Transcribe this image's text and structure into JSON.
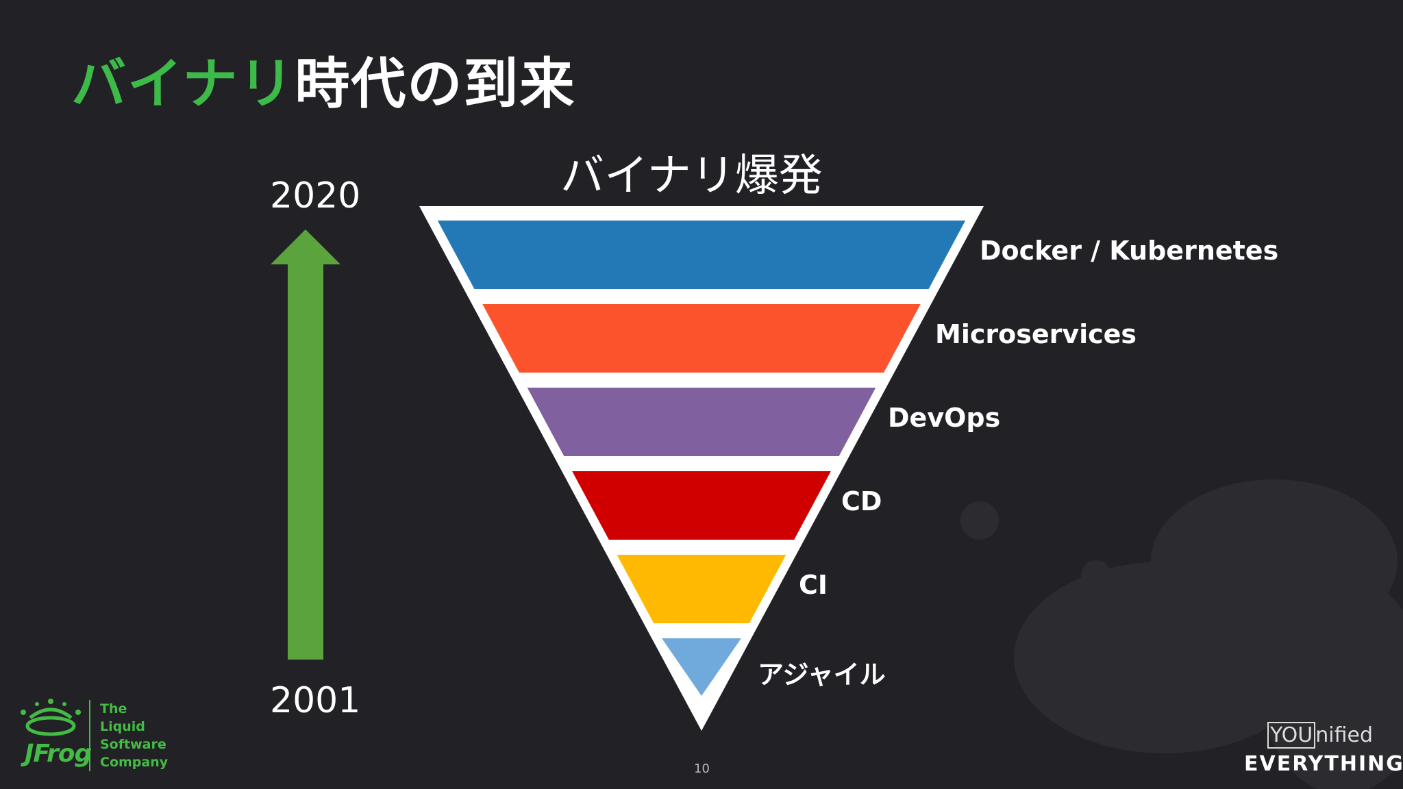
{
  "slide": {
    "title_highlight": "バイナリ",
    "title_rest": "時代の到来",
    "subtitle": "バイナリ爆発",
    "year_top": "2020",
    "year_bottom": "2001",
    "page_number": "10",
    "layers": [
      {
        "label": "Docker / Kubernetes",
        "color": "#2279b6"
      },
      {
        "label": "Microservices",
        "color": "#fd532d"
      },
      {
        "label": "DevOps",
        "color": "#80609e"
      },
      {
        "label": "CD",
        "color": "#d10000"
      },
      {
        "label": "CI",
        "color": "#ffb900"
      },
      {
        "label": "アジャイル",
        "color": "#70a9dc"
      }
    ],
    "colors": {
      "background": "#222226",
      "accent_green": "#3dbb49",
      "arrow_green": "#5aa33d",
      "triangle_outline": "#ffffff"
    }
  },
  "logos": {
    "jfrog": {
      "wordmark": "JFrog",
      "tagline": [
        "The",
        "Liquid",
        "Software",
        "Company"
      ]
    },
    "younified": {
      "line1_boxed": "YOU",
      "line1_rest": "nified",
      "line2": "EVERYTHING"
    }
  }
}
